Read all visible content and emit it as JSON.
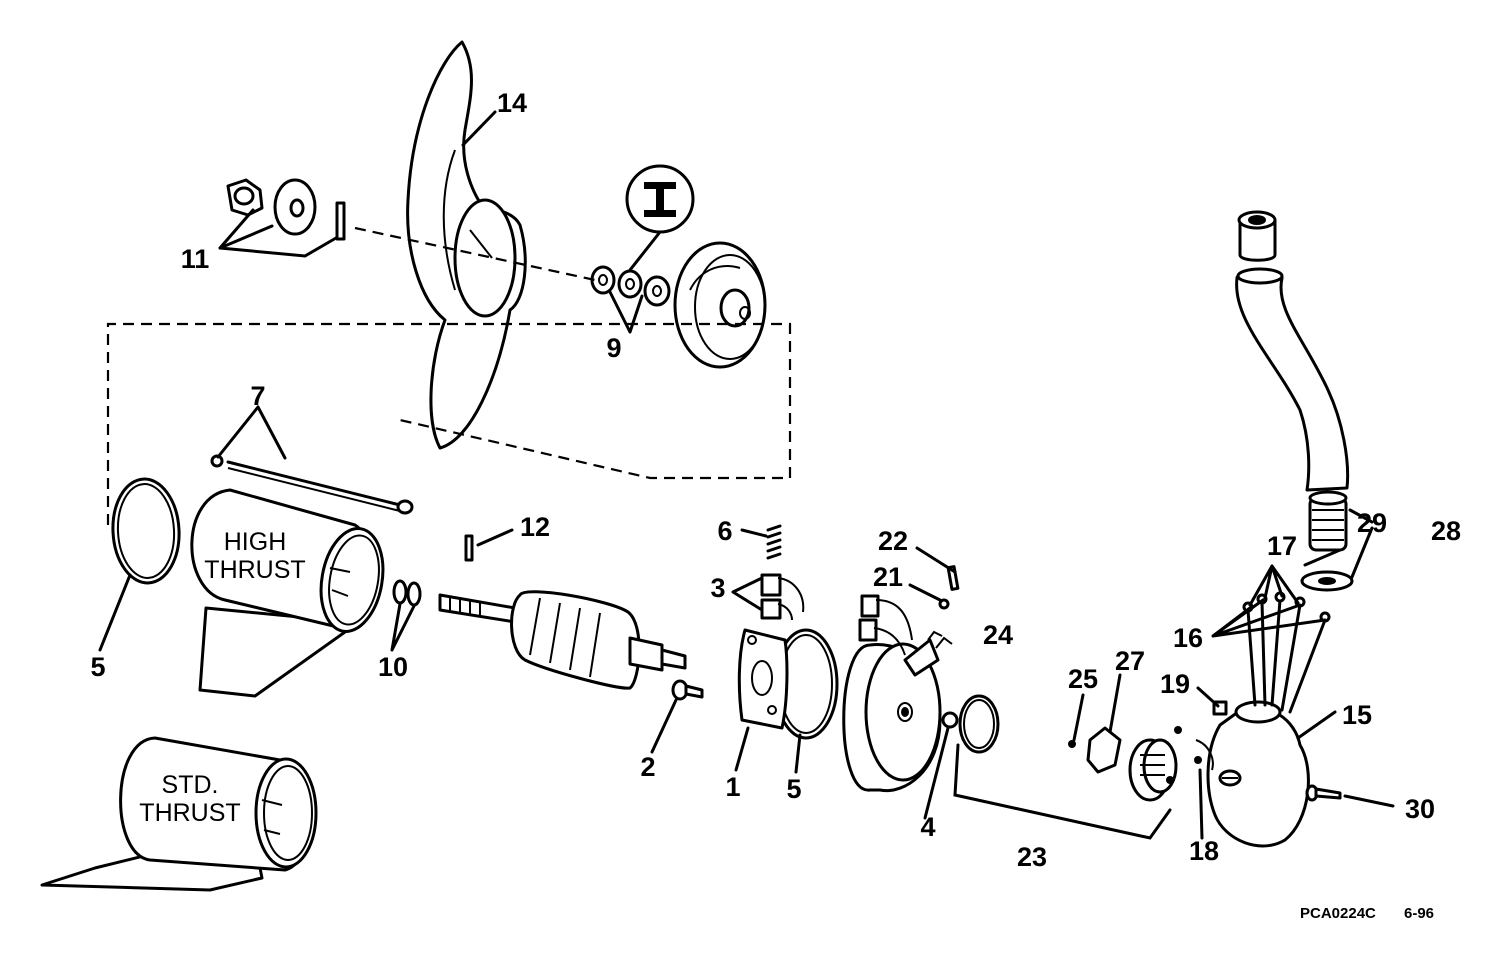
{
  "callouts": [
    "14",
    "11",
    "9",
    "7",
    "12",
    "6",
    "22",
    "3",
    "21",
    "24",
    "28",
    "29",
    "17",
    "16",
    "19",
    "15",
    "25",
    "27",
    "5",
    "10",
    "2",
    "1",
    "5",
    "4",
    "23",
    "18",
    "30"
  ],
  "housing_labels": {
    "high_line1": "HIGH",
    "high_line2": "THRUST",
    "std_line1": "STD.",
    "std_line2": "THRUST"
  },
  "footer": {
    "code": "PCA0224C",
    "date": "6-96"
  }
}
